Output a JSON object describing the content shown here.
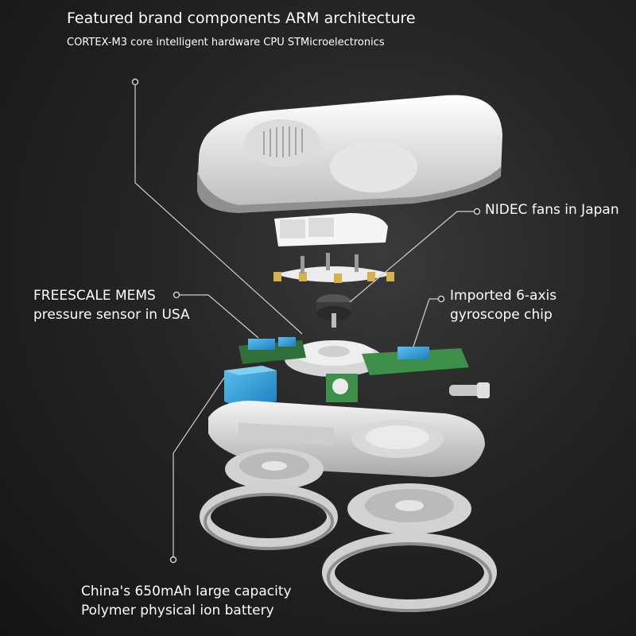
{
  "annotations": {
    "cpu": {
      "title": "Featured brand components ARM architecture",
      "subtitle": "CORTEX-M3 core intelligent hardware CPU STMicroelectronics"
    },
    "fans": {
      "text": "NIDEC fans in Japan"
    },
    "pressure_sensor": {
      "line1": "FREESCALE MEMS",
      "line2": "pressure sensor in USA"
    },
    "gyroscope": {
      "line1": "Imported 6-axis",
      "line2": "gyroscope chip"
    },
    "battery": {
      "line1": "China's 650mAh large capacity",
      "line2": "Polymer physical ion battery"
    }
  },
  "image": {
    "subject": "exploded-view-device",
    "colors": {
      "background": "#1a1a1a",
      "shell": "#f2f2f2",
      "chip": "#3aa0dc",
      "pcb": "#3e8f4a",
      "text": "#ffffff",
      "leader": "#cfcfcf"
    }
  }
}
